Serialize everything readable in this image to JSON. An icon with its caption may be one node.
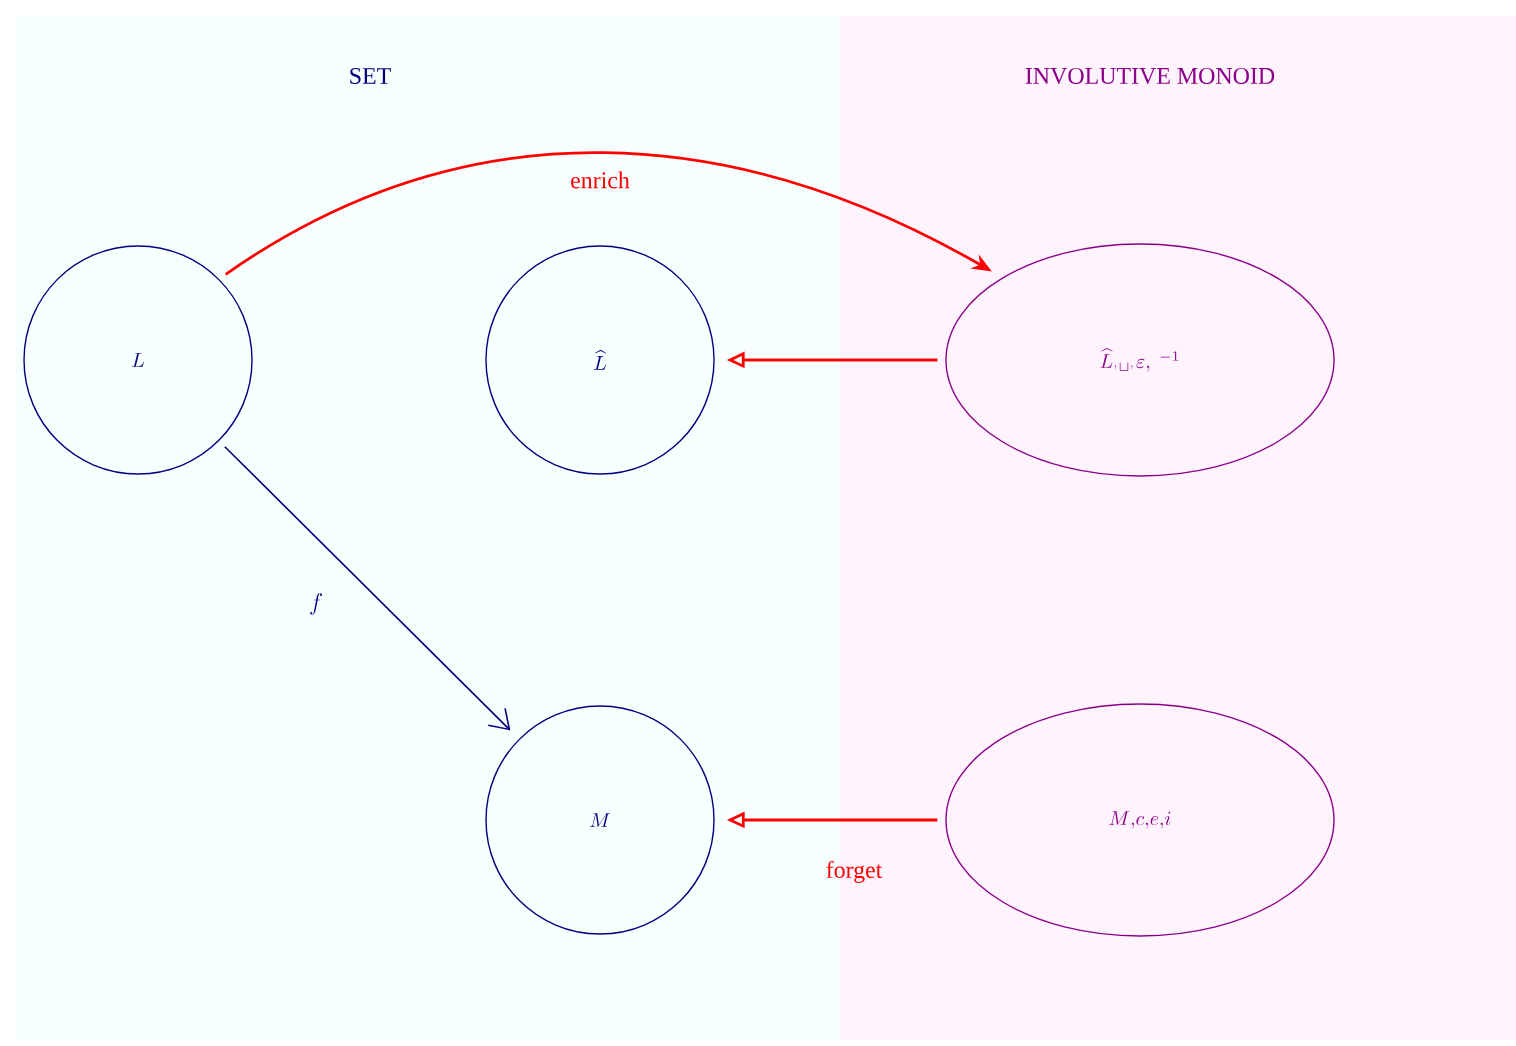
{
  "diagram": {
    "nodes": [
      {
        "text": [
          "SET"
        ]
      },
      {
        "text": [
          "INVOLUTIVE MONOID"
        ]
      },
      {
        "text": [
          "L"
        ],
        "in": 0
      },
      {
        "text": [
          "\\widehat{L}"
        ],
        "in": 0
      },
      {
        "text": [
          "\\widehat{L}_{{}^{,}\\sqcup{}^{,}}\\varepsilon,\\ {}^{-1}"
        ],
        "in": 1
      },
      {
        "text": [
          "M"
        ],
        "in": 0
      },
      {
        "text": [
          "M{,}c{,}e{,}i"
        ],
        "in": 1
      }
    ],
    "edges": [
      {
        "from": 2,
        "to": 4,
        "arrow": "to",
        "label": "enrich"
      },
      {
        "from": 4,
        "to": 3,
        "arrow": "to"
      },
      {
        "from": 2,
        "to": 5,
        "arrow": "to",
        "label": "f",
        "color": "#000080"
      },
      {
        "from": 6,
        "to": 5,
        "arrow": "to",
        "label": "forget"
      }
    ]
  }
}
